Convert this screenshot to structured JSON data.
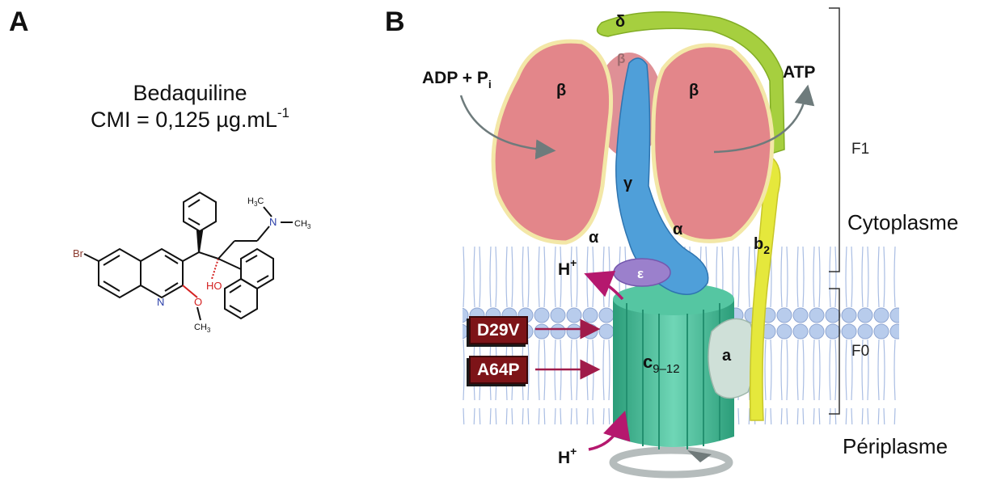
{
  "panel_a": {
    "letter": "A",
    "drug_name": "Bedaquiline",
    "cmi_text": "CMI = 0,125 µg.mL",
    "cmi_exponent": "-1",
    "atoms": {
      "br": "Br",
      "n_ring": "N",
      "oh": "HO",
      "o_methoxy": "O",
      "ch3_methoxy": "CH",
      "ch3_methoxy_sub": "3",
      "n_amine": "N",
      "h3c": "H",
      "h3c_sub": "3",
      "h3c_c": "C",
      "ch3_amine": "CH",
      "ch3_amine_sub": "3"
    }
  },
  "panel_b": {
    "letter": "B",
    "labels": {
      "delta": "δ",
      "beta_left": "β",
      "beta_right": "β",
      "beta_back": "β",
      "gamma": "γ",
      "alpha_left": "α",
      "alpha_right": "α",
      "epsilon": "ε",
      "b2": "b",
      "b2_sub": "2",
      "a": "a",
      "c_ring": "c",
      "c_ring_sub": "9–12",
      "adp": "ADP + P",
      "adp_sub": "i",
      "atp": "ATP",
      "h_top": "H",
      "h_top_sup": "+",
      "h_bottom": "H",
      "h_bottom_sup": "+"
    },
    "mutations": [
      "D29V",
      "A64P"
    ],
    "brackets": {
      "f1": "F1",
      "f0": "F0"
    },
    "compartments": {
      "cytoplasm": "Cytoplasme",
      "periplasm": "Périplasme"
    }
  },
  "colors": {
    "beta_fill": "#e3868a",
    "gamma_fill": "#4f9fd9",
    "delta_fill": "#a6cf3f",
    "b2_fill": "#e5e83c",
    "c_ring_fill": "#3fb995",
    "a_fill": "#cfe0d8",
    "epsilon_fill": "#9b80cc",
    "membrane_head": "#b8ccec",
    "arrow_magenta": "#b5186e",
    "mutation_bg": "#7d1418"
  }
}
